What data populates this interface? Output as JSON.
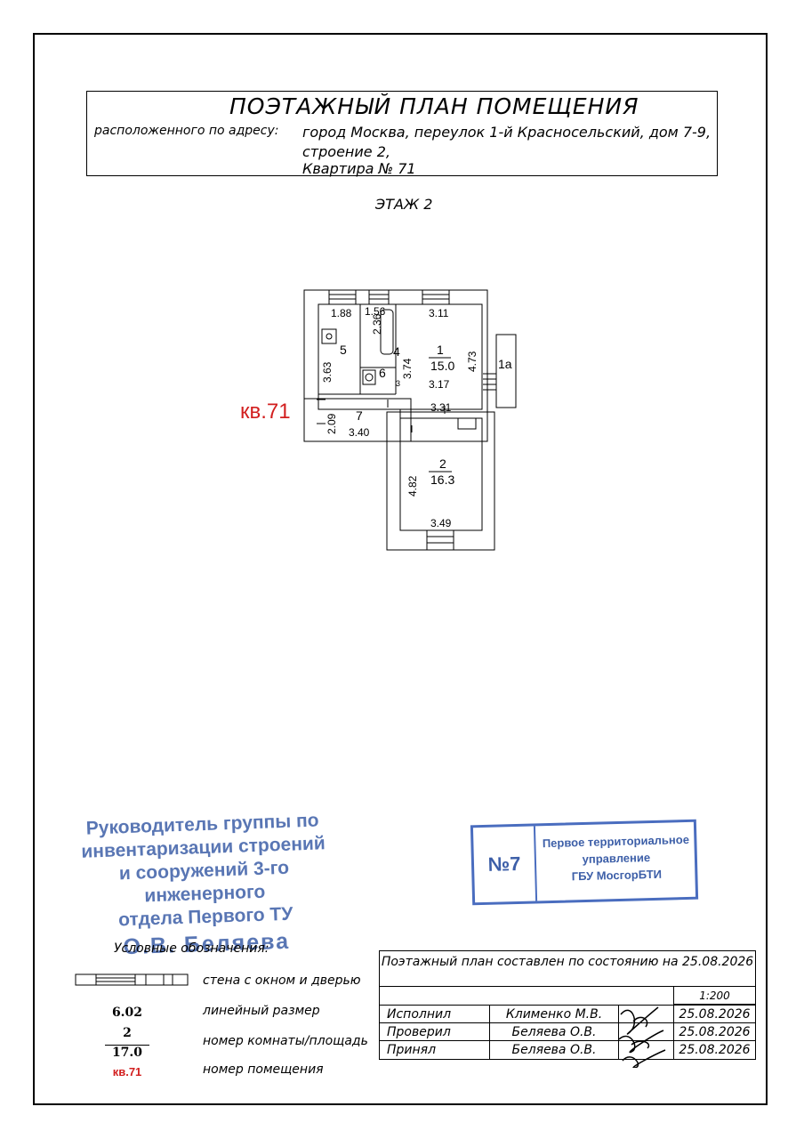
{
  "header": {
    "title": "ПОЭТАЖНЫЙ ПЛАН ПОМЕЩЕНИЯ",
    "address_label": "расположенного по адресу:",
    "address_line1": "город Москва, переулок 1-й Красносельский, дом 7-9,",
    "address_line2": "строение 2,",
    "address_line3": "Квартира № 71"
  },
  "floor_label": "ЭТАЖ 2",
  "plan": {
    "apartment_label": "кв.71",
    "rooms": [
      {
        "num": "1",
        "area": "15.0"
      },
      {
        "num": "2",
        "area": "16.3"
      },
      {
        "num": "5"
      },
      {
        "num": "6"
      },
      {
        "num": "7"
      },
      {
        "num": "4"
      },
      {
        "num": "1а"
      }
    ],
    "dimensions": [
      "1.88",
      "1.56",
      "3.11",
      "2.36",
      "3.74",
      "4.73",
      "3.63",
      "3.17",
      "3.31",
      "2.09",
      "3.40",
      "4.82",
      "3.49",
      "3"
    ]
  },
  "stamp_group": {
    "line1": "Руководитель группы по",
    "line2": "инвентаризации строений",
    "line3": "и сооружений 3-го инженерного",
    "line4": "отдела Первого ТУ",
    "name": "О.В. Беляева"
  },
  "stamp_office": {
    "number": "№7",
    "line1": "Первое территориальное",
    "line2": "управление",
    "line3": "ГБУ МосгорБТИ"
  },
  "legend": {
    "title": "Условные обозначения:",
    "wall_text": "стена с окном и дверью",
    "dim_sample": "6.02",
    "dim_text": "линейный размер",
    "room_sample_num": "2",
    "room_sample_area": "17.0",
    "room_text": "номер комнаты/площадь",
    "apt_sample": "кв.71",
    "apt_text": "номер помещения"
  },
  "table": {
    "header": "Поэтажный план составлен по состоянию на 25.08.2026",
    "scale": "1:200",
    "rows": [
      {
        "role": "Исполнил",
        "name": "Клименко М.В.",
        "date": "25.08.2026"
      },
      {
        "role": "Проверил",
        "name": "Беляева О.В.",
        "date": "25.08.2026"
      },
      {
        "role": "Принял",
        "name": "Беляева О.В.",
        "date": "25.08.2026"
      }
    ]
  },
  "colors": {
    "stamp_blue": "#3d5fa8",
    "apt_red": "#d21f1f"
  }
}
